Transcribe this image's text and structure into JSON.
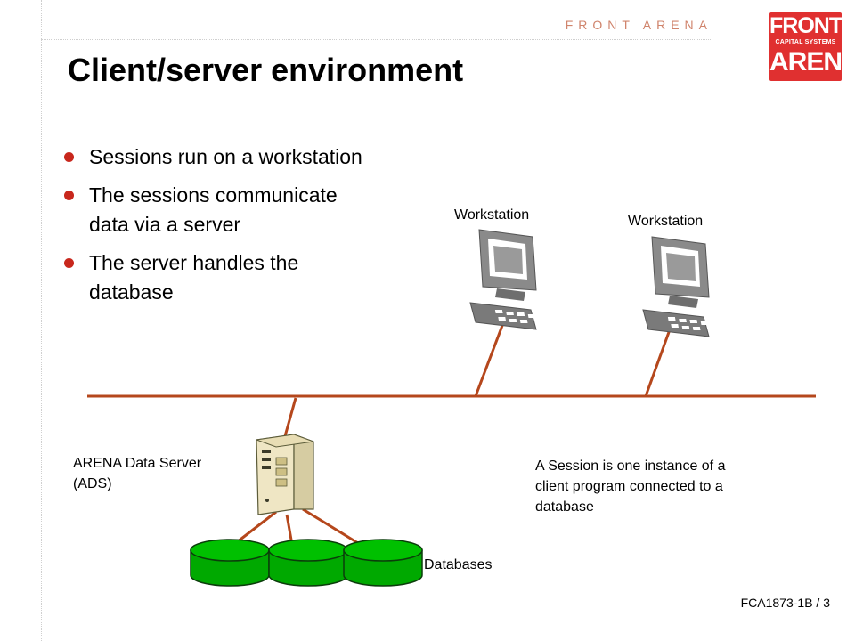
{
  "header": {
    "brand_text": "FRONT ARENA",
    "logo": {
      "line1": "FRONT",
      "line2": "CAPITAL SYSTEMS",
      "line3": "ARENA"
    }
  },
  "slide": {
    "title": "Client/server environment",
    "bullets": [
      {
        "line1": "Sessions run on a workstation",
        "line2": ""
      },
      {
        "line1": "The sessions communicate",
        "line2": "data via a server"
      },
      {
        "line1": "The server handles the",
        "line2": "database"
      }
    ]
  },
  "diagram": {
    "workstation_1_label": "Workstation",
    "workstation_2_label": "Workstation",
    "server_label_line1": "ARENA Data Server",
    "server_label_line2": "(ADS)",
    "databases_label": "Databases",
    "note_line1": "A Session is one instance of a",
    "note_line2": "client program connected to a",
    "note_line3": "database"
  },
  "footer": {
    "slide_ref": "FCA1873-1B / 3"
  },
  "colors": {
    "accent": "#c8271c",
    "network_line": "#b5471c",
    "database_fill": "#00a900",
    "logo_bg": "#e03030"
  }
}
